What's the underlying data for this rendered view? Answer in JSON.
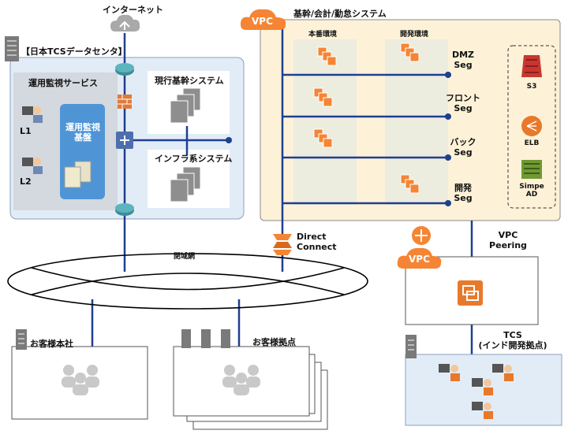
{
  "internet": {
    "label": "インターネット"
  },
  "datacenter": {
    "label": "【日本TCSデータセンタ】"
  },
  "ops": {
    "title": "運用監視サービス",
    "base_label": "運用監視\n基盤",
    "l1": "L1",
    "l2": "L2"
  },
  "systems": {
    "current": "現行基幹システム",
    "infra": "インフラ系システム"
  },
  "vpc_main": {
    "badge": "VPC",
    "title": "基幹/会計/勤怠システム",
    "env_prod": "本番環境",
    "env_dev": "開発環境"
  },
  "segments": [
    {
      "line1": "DMZ",
      "line2": "Seg"
    },
    {
      "line1": "フロント",
      "line2": "Seg"
    },
    {
      "line1": "バック",
      "line2": "Seg"
    },
    {
      "line1": "開発",
      "line2": "Seg"
    }
  ],
  "services": [
    {
      "name": "S3",
      "color": "#c7362f"
    },
    {
      "name": "ELB",
      "color": "#e8792b"
    },
    {
      "name": "Simpe\nAD",
      "color": "#6f9a32"
    }
  ],
  "direct_connect": {
    "line1": "Direct",
    "line2": "Connect"
  },
  "wan": {
    "label": "閉域網"
  },
  "customer_hq": {
    "label": "お客様本社"
  },
  "customer_sites": {
    "label": "お客様拠点"
  },
  "vpc_peer": {
    "badge": "VPC",
    "label": "VPC\nPeering"
  },
  "tcs_india": {
    "line1": "TCS",
    "line2": "(インド開発拠点)"
  },
  "colors": {
    "vpc_orange": "#f58534",
    "vpc_bg": "#fdf2d8",
    "dc_bg": "#e2ecf7",
    "navy": "#1f3f8f",
    "ops_blue": "#4f95d6"
  }
}
